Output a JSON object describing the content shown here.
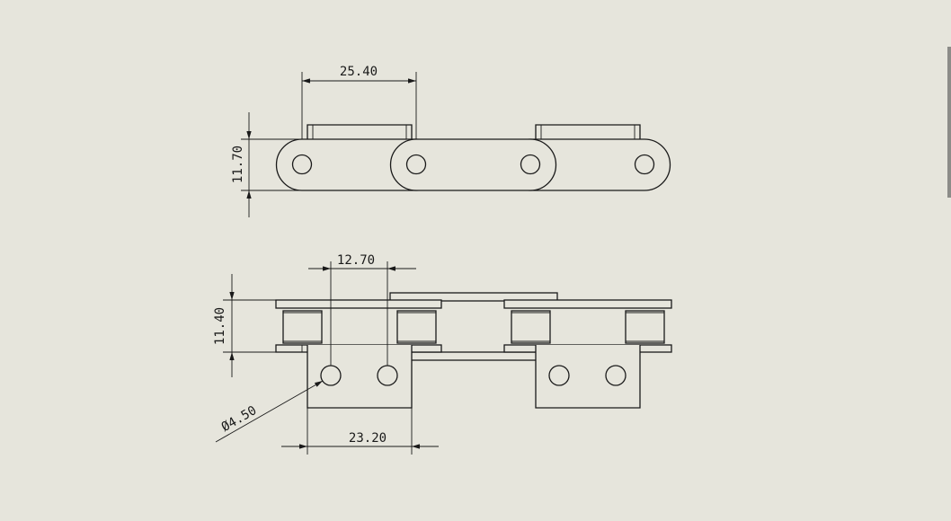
{
  "drawing": {
    "view": "technical drawing of a roller chain with attachment plates",
    "dimensions": {
      "pitch": "25.40",
      "link_height": "11.70",
      "half_pitch": "12.70",
      "width": "11.40",
      "hole_diameter": "Ø4.50",
      "attachment_width": "23.20"
    }
  },
  "colors": {
    "background": "#e6e5dc",
    "line": "#1a1a1a"
  }
}
